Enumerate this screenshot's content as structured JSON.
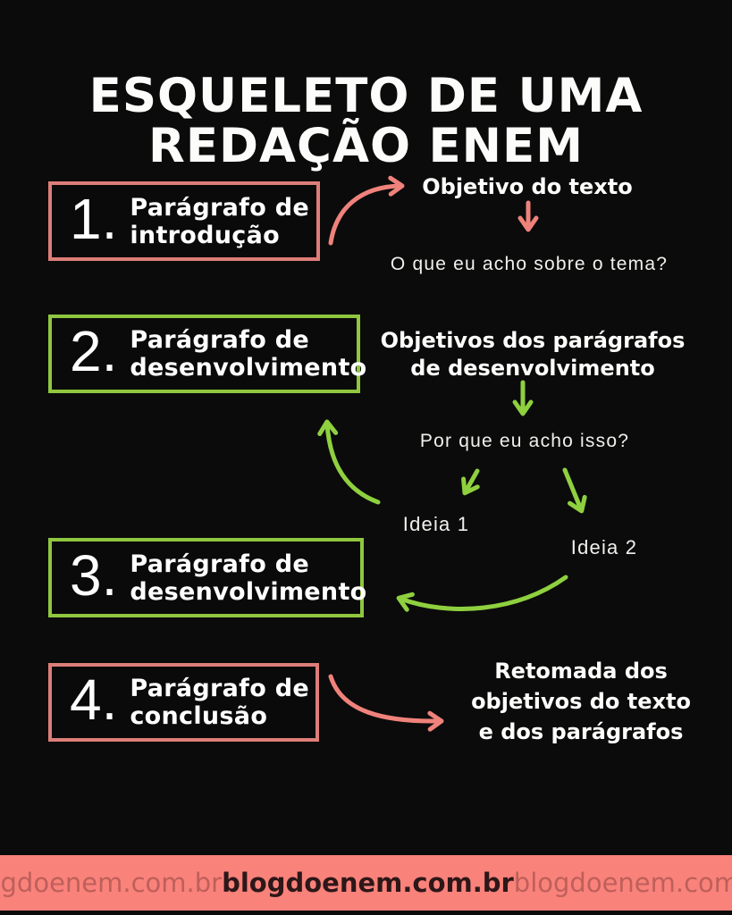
{
  "title": {
    "line1": "ESQUELETO DE UMA",
    "line2": "REDAÇÃO ENEM"
  },
  "boxes": [
    {
      "number": "1.",
      "label_lines": [
        "Parágrafo de",
        "introdução"
      ],
      "border_color": "#dd7e78"
    },
    {
      "number": "2.",
      "label_lines": [
        "Parágrafo de",
        "desenvolvimento"
      ],
      "border_color": "#8fc73f"
    },
    {
      "number": "3.",
      "label_lines": [
        "Parágrafo de",
        "desenvolvimento"
      ],
      "border_color": "#8fc73f"
    },
    {
      "number": "4.",
      "label_lines": [
        "Parágrafo de",
        "conclusão"
      ],
      "border_color": "#dd7e78"
    }
  ],
  "flow1": {
    "heading": "Objetivo do texto",
    "question": "O que eu acho sobre o tema?"
  },
  "flow2": {
    "heading_lines": [
      "Objetivos dos parágrafos",
      "de desenvolvimento"
    ],
    "question": "Por que eu acho isso?",
    "idea1": "Ideia 1",
    "idea2": "Ideia 2"
  },
  "flow4": {
    "text_lines": [
      "Retomada dos",
      "objetivos do texto",
      "e dos parágrafos"
    ]
  },
  "footer": {
    "left_text": "ogdoenem.com.br",
    "center_text": "blogdoenem.com.br",
    "right_text": "blogdoenem.com."
  },
  "colors": {
    "background": "#0b0b0b",
    "salmon_accent": "#ef827b",
    "salmon_border": "#dd7e78",
    "green_accent": "#8fc73f",
    "footer_bar": "#f9827b",
    "text": "#fcfcfa"
  }
}
